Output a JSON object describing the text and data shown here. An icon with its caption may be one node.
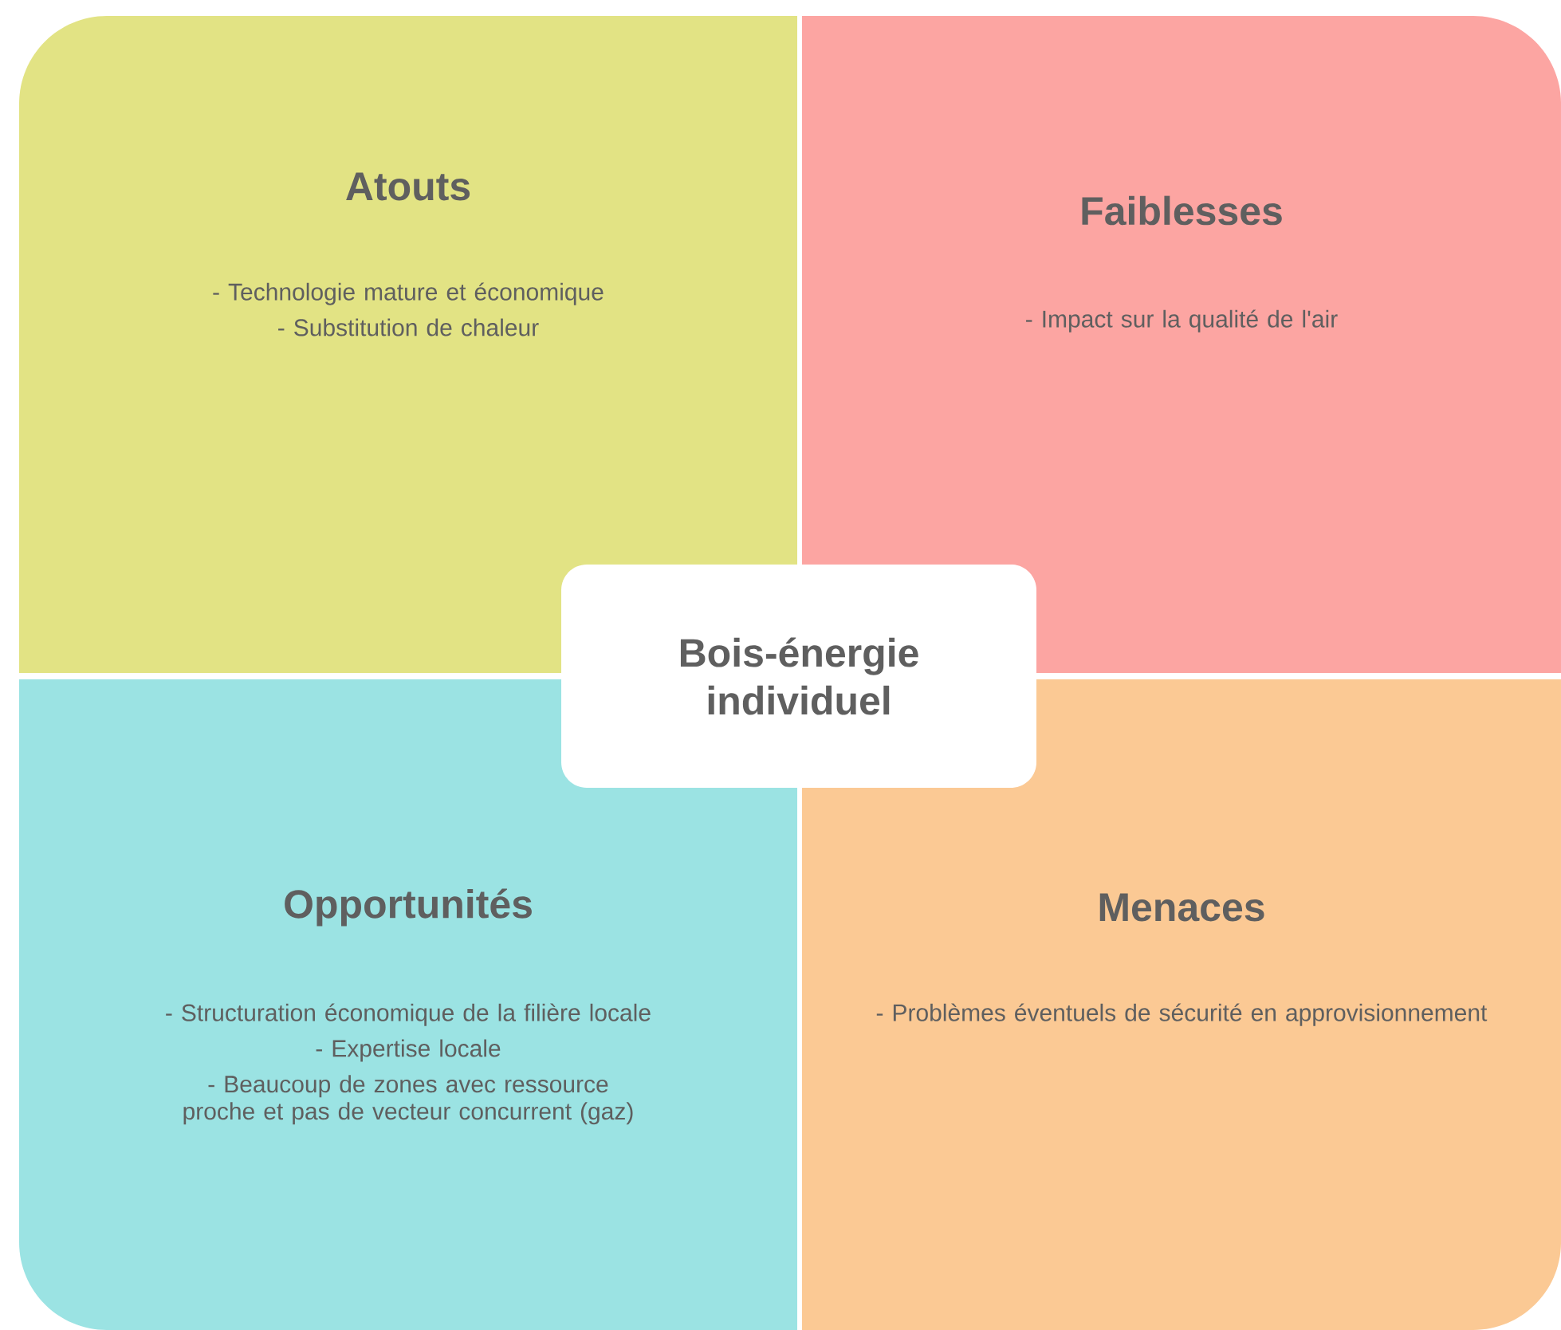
{
  "diagram": {
    "nodes": [
      {
        "text": [
          "Atouts",
          "- Technologie mature et économique",
          "- Substitution de chaleur"
        ]
      },
      {
        "text": [
          "Faiblesses",
          "- Impact sur la qualité de l'air"
        ]
      },
      {
        "text": [
          "Opportunités",
          "- Structuration économique de la filière locale",
          "- Expertise locale",
          "- Beaucoup de zones avec ressource proche et pas de vecteur concurrent (gaz)"
        ]
      },
      {
        "text": [
          "Menaces",
          "- Problèmes éventuels de sécurité en approvisionnement"
        ]
      },
      {
        "text": [
          "Bois-énergie individuel"
        ]
      }
    ]
  }
}
